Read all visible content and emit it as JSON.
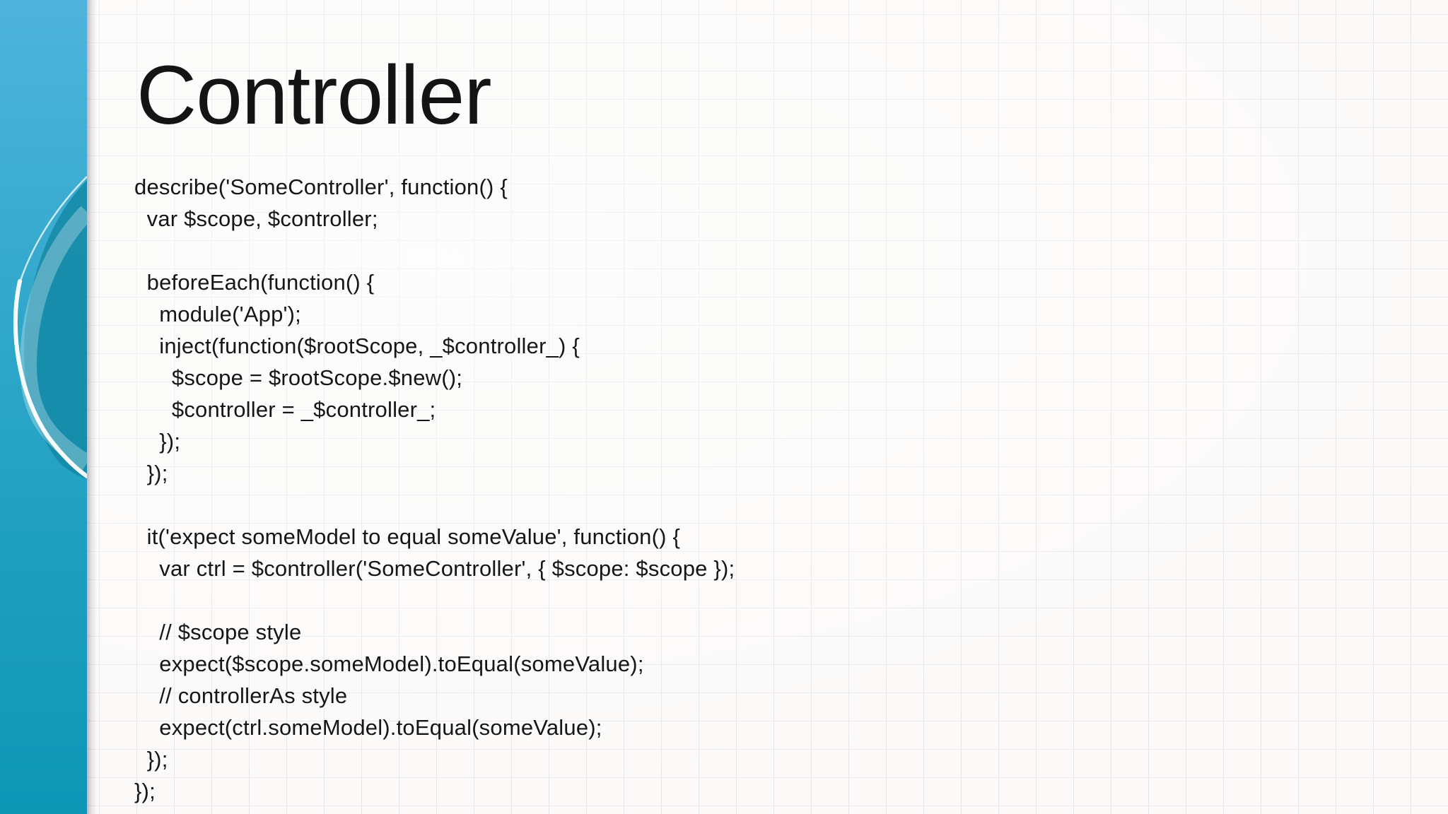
{
  "slide": {
    "title": "Controller",
    "code_lines": [
      "describe('SomeController', function() {",
      "  var $scope, $controller;",
      "",
      "  beforeEach(function() {",
      "    module('App');",
      "    inject(function($rootScope, _$controller_) {",
      "      $scope = $rootScope.$new();",
      "      $controller = _$controller_;",
      "    });",
      "  });",
      "",
      "  it('expect someModel to equal someValue', function() {",
      "    var ctrl = $controller('SomeController', { $scope: $scope });",
      "",
      "    // $scope style",
      "    expect($scope.someModel).toEqual(someValue);",
      "    // controllerAs style",
      "    expect(ctrl.someModel).toEqual(someValue);",
      "  });",
      "});"
    ]
  },
  "palette": {
    "sidebar_top": "#4FB4DD",
    "sidebar_mid": "#2CA6C8",
    "sidebar_bottom": "#0D96B5",
    "swirl_dark": "#1287A4",
    "swirl_highlight": "#FFFFFF",
    "grid_line": "#E7E5E6",
    "canvas": "#FBFAF9",
    "text": "#141414"
  }
}
